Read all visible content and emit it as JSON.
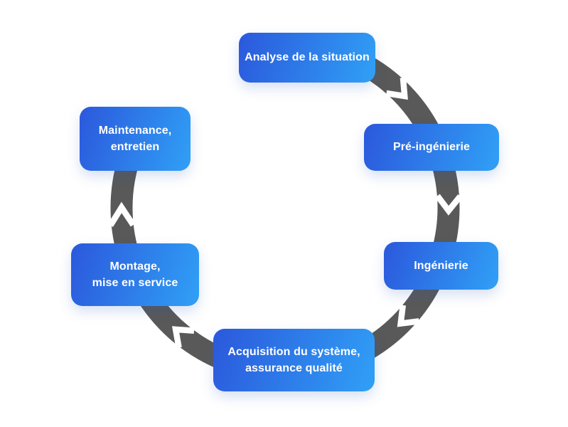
{
  "diagram": {
    "colors": {
      "background": "#ffffff",
      "arrow": "#595959",
      "chevron": "#ffffff",
      "box_gradient_start": "#2B58DC",
      "box_gradient_end": "#30A0F6",
      "text": "#ffffff"
    },
    "nodes": [
      {
        "id": "analyse",
        "lines": [
          "Analyse de la situation"
        ]
      },
      {
        "id": "pre-ingenierie",
        "lines": [
          "Pré-ingénierie"
        ]
      },
      {
        "id": "ingenierie",
        "lines": [
          "Ingénierie"
        ]
      },
      {
        "id": "acquisition",
        "lines": [
          "Acquisition du système,",
          "assurance qualité"
        ]
      },
      {
        "id": "montage",
        "lines": [
          "Montage,",
          "mise en service"
        ]
      },
      {
        "id": "maintenance",
        "lines": [
          "Maintenance,",
          "entretien"
        ]
      }
    ],
    "edges": [
      {
        "from": "analyse",
        "to": "pre-ingenierie"
      },
      {
        "from": "pre-ingenierie",
        "to": "ingenierie"
      },
      {
        "from": "ingenierie",
        "to": "acquisition"
      },
      {
        "from": "acquisition",
        "to": "montage"
      },
      {
        "from": "montage",
        "to": "maintenance"
      }
    ],
    "flow_direction": "clockwise"
  }
}
